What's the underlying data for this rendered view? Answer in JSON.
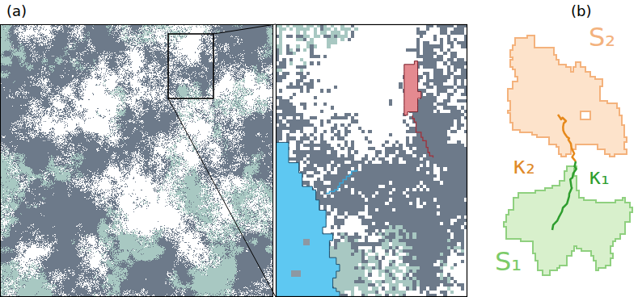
{
  "diagram": {
    "nodes": [
      {
        "text": [
          "S₂"
        ]
      },
      {
        "text": [
          "S₁"
        ]
      }
    ],
    "labels": [
      "(a)",
      "(b)",
      "κ₂",
      "κ₁"
    ]
  }
}
